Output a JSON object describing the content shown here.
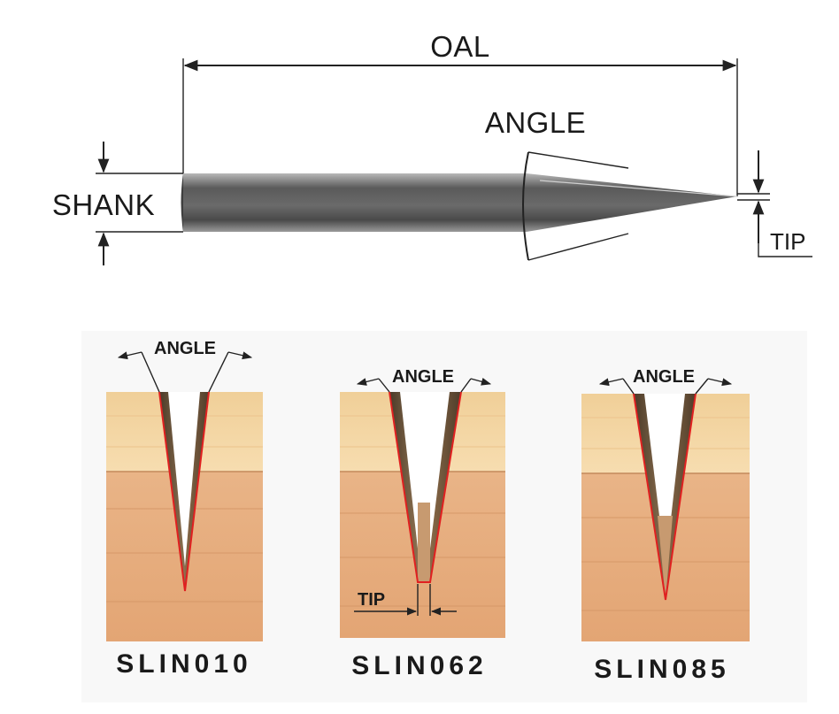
{
  "top_diagram": {
    "oal_label": "OAL",
    "angle_label": "ANGLE",
    "shank_label": "SHANK",
    "tip_label": "TIP"
  },
  "grooves": [
    {
      "angle_label": "ANGLE",
      "code": "SLIN010",
      "tip_label": ""
    },
    {
      "angle_label": "ANGLE",
      "code": "SLIN062",
      "tip_label": "TIP"
    },
    {
      "angle_label": "ANGLE",
      "code": "SLIN085",
      "tip_label": ""
    }
  ],
  "colors": {
    "wood_light": "#f4d7a4",
    "wood_dark": "#e7ad7d",
    "groove_wall": "#6e5436",
    "cut_edge": "#e02020",
    "tool_body": "#5f5f5f",
    "panel_bg": "#f8f8f8"
  }
}
